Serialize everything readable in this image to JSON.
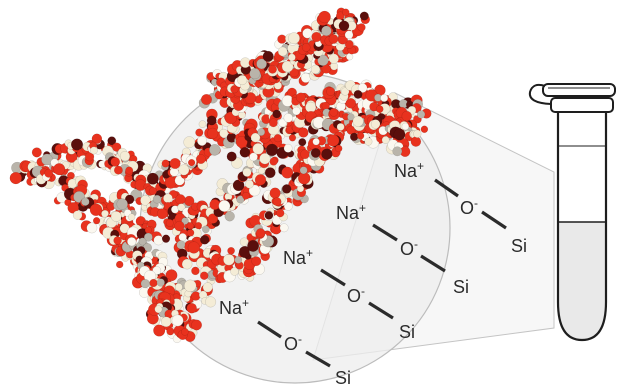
{
  "colors": {
    "atom_red": "#e8321e",
    "atom_dark": "#5a0f0c",
    "atom_cream": "#f4ecd6",
    "atom_white": "#fbf8f0",
    "atom_gray": "#b9b4aa",
    "bond": "#2b2b2b",
    "magnifier_fill": "#eeeeee",
    "magnifier_stroke": "#bcbcbc",
    "tube_outline": "#1e1e1e",
    "tube_liquid": "#e9e9e9"
  },
  "chemistry": {
    "units": [
      {
        "cation": "Na",
        "cation_charge": "+",
        "oxygen": "O",
        "oxygen_charge": "-",
        "silicon": "Si"
      },
      {
        "cation": "Na",
        "cation_charge": "+",
        "oxygen": "O",
        "oxygen_charge": "-",
        "silicon": "Si"
      },
      {
        "cation": "Na",
        "cation_charge": "+",
        "oxygen": "O",
        "oxygen_charge": "-",
        "silicon": "Si"
      },
      {
        "cation": "Na",
        "cation_charge": "+",
        "oxygen": "O",
        "oxygen_charge": "-",
        "silicon": "Si"
      }
    ]
  },
  "icons": {
    "molecule": "dna-molecule-icon",
    "magnifier": "magnifier-lens-icon",
    "tube": "microcentrifuge-tube-icon"
  }
}
